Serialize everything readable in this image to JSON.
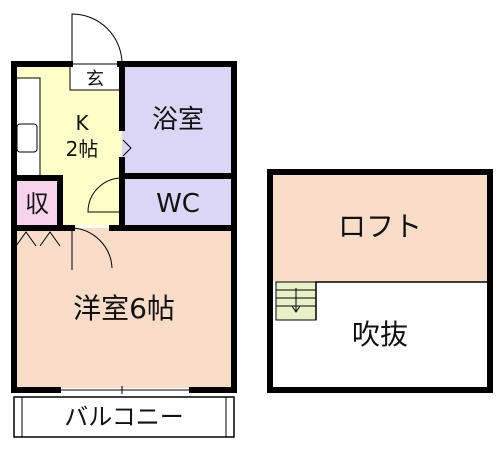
{
  "unit_left": {
    "entrance": "玄",
    "kitchen_line1": "K",
    "kitchen_line2": "2帖",
    "bath": "浴室",
    "toilet": "WC",
    "storage": "収",
    "western_room": "洋室6帖",
    "balcony": "バルコニー"
  },
  "unit_right": {
    "loft": "ロフト",
    "void": "吹抜"
  },
  "colors": {
    "wall": "#000000",
    "kitchen": "#ffffc8",
    "bath": "#dcd6f6",
    "toilet": "#dcd6f6",
    "storage": "#f7d3ec",
    "western_room": "#f9ddc9",
    "loft": "#f9ddc9",
    "void": "#ffffff",
    "stairs": "#e8f0c8"
  }
}
